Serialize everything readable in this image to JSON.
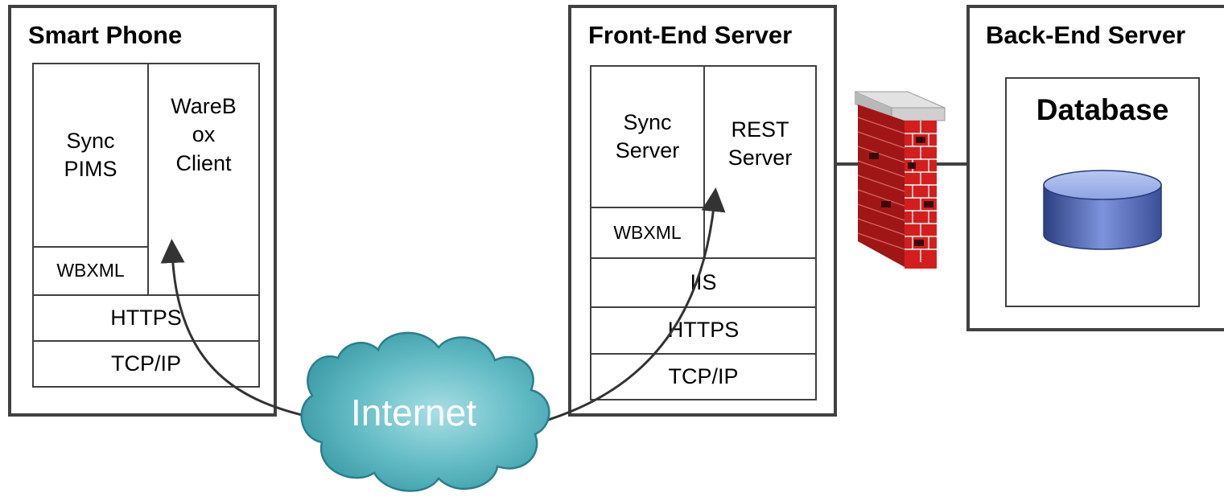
{
  "smart_phone": {
    "title": "Smart Phone",
    "sync_pims": [
      "Sync",
      "PIMS"
    ],
    "warebox_client": [
      "WareB",
      "ox",
      "Client"
    ],
    "wbxml": "WBXML",
    "https": "HTTPS",
    "tcpip": "TCP/IP"
  },
  "front_end": {
    "title": "Front-End Server",
    "sync_server": [
      "Sync",
      "Server"
    ],
    "rest_server": [
      "REST",
      "Server"
    ],
    "wbxml": "WBXML",
    "iis": "IIS",
    "https": "HTTPS",
    "tcpip": "TCP/IP"
  },
  "back_end": {
    "title": "Back-End Server",
    "database_label": "Database"
  },
  "internet": {
    "label": "Internet"
  },
  "colors": {
    "border": "#404040",
    "cloud_fill": "#5fb9c3",
    "cloud_edge": "#2a7f8a",
    "brick": "#cc1b1b",
    "db_fill": "#6f86cf"
  }
}
